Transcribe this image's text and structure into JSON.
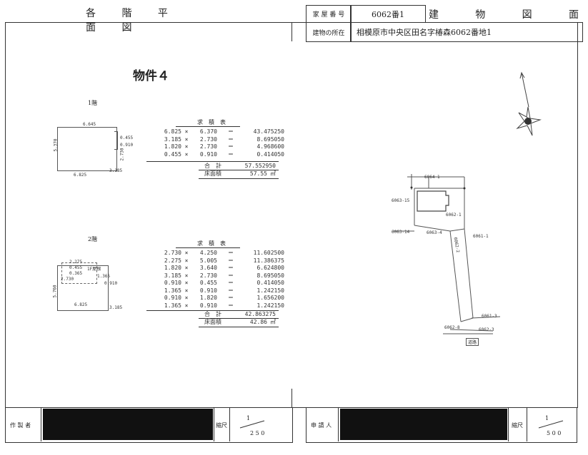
{
  "header": {
    "left_title": "各 階 平 面 図",
    "right_title_chars": [
      "建",
      "物",
      "図",
      "面"
    ],
    "house_no_label": "家 屋 番 号",
    "house_no_value": "6062番1",
    "location_label": "建物の所在",
    "location_value": "相模原市中央区田名字椿森6062番地1"
  },
  "property_title": "物件４",
  "floor1": {
    "label": "1階",
    "table_heading": "求　積　表",
    "rows": [
      {
        "a": "6.825",
        "b": "6.370",
        "r": "43.475250"
      },
      {
        "a": "3.185",
        "b": "2.730",
        "r": "8.695050"
      },
      {
        "a": "1.820",
        "b": "2.730",
        "r": "4.968600"
      },
      {
        "a": "0.455",
        "b": "0.910",
        "r": "0.414050"
      }
    ],
    "sum_label": "合　計",
    "sum_value": "57.552950",
    "area_label": "床面積",
    "area_value": "57.55",
    "unit": "㎡",
    "dims": {
      "top": "6.645",
      "left": "5.370",
      "bottom": "6.825",
      "br": "3.185",
      "r1": "0.455",
      "r2": "0.910",
      "r3": "2.730"
    }
  },
  "floor2": {
    "label": "2階",
    "table_heading": "求　積　表",
    "rows": [
      {
        "a": "2.730",
        "b": "4.250",
        "r": "11.602500"
      },
      {
        "a": "2.275",
        "b": "5.005",
        "r": "11.386375"
      },
      {
        "a": "1.820",
        "b": "3.640",
        "r": "6.624800"
      },
      {
        "a": "3.185",
        "b": "2.730",
        "r": "8.695050"
      },
      {
        "a": "0.910",
        "b": "0.455",
        "r": "0.414050"
      },
      {
        "a": "1.365",
        "b": "0.910",
        "r": "1.242150"
      },
      {
        "a": "0.910",
        "b": "1.820",
        "r": "1.656200"
      },
      {
        "a": "1.365",
        "b": "0.910",
        "r": "1.242150"
      }
    ],
    "sum_label": "合　計",
    "sum_value": "42.863275",
    "area_label": "床面積",
    "area_value": "42.86",
    "unit": "㎡",
    "dims": {
      "left": "5.760",
      "bottom": "6.825",
      "br": "3.185",
      "t1": "2.275",
      "t2": "0.455",
      "t3": "0.365",
      "l1": "2.730",
      "r1": "1.365",
      "r2": "0.910",
      "label": "1F屋根"
    }
  },
  "site_map": {
    "labels": [
      "6064-1",
      "6063-15",
      "6062-1",
      "6063-14",
      "6063-4",
      "6061-1",
      "6062-2",
      "6061-3",
      "6062-8",
      "6062-3"
    ],
    "road": "道路"
  },
  "footer_left": {
    "author_label": "作 製 者",
    "scale_label": "縮尺",
    "scale_num": "1",
    "scale_den": "2 5 0"
  },
  "footer_right": {
    "applicant_label": "申 請 人",
    "scale_label": "縮尺",
    "scale_num": "1",
    "scale_den": "5 0 0"
  }
}
